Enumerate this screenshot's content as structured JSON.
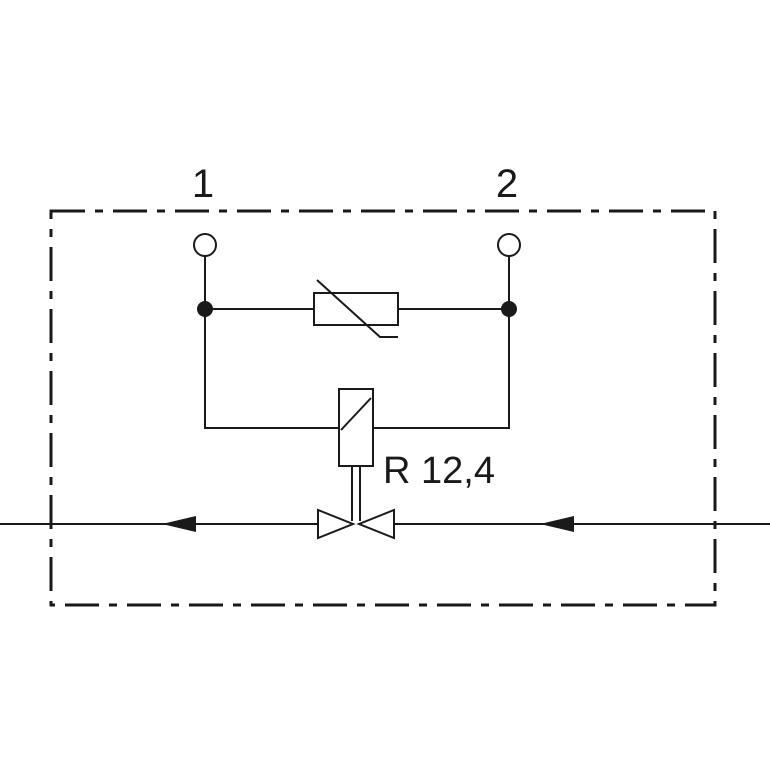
{
  "terminals": [
    {
      "id": "terminal-1",
      "label": "1"
    },
    {
      "id": "terminal-2",
      "label": "2"
    }
  ],
  "coil": {
    "rating_label": "R 12,4"
  },
  "colors": {
    "line": "#1a1a1a",
    "background": "#ffffff"
  }
}
